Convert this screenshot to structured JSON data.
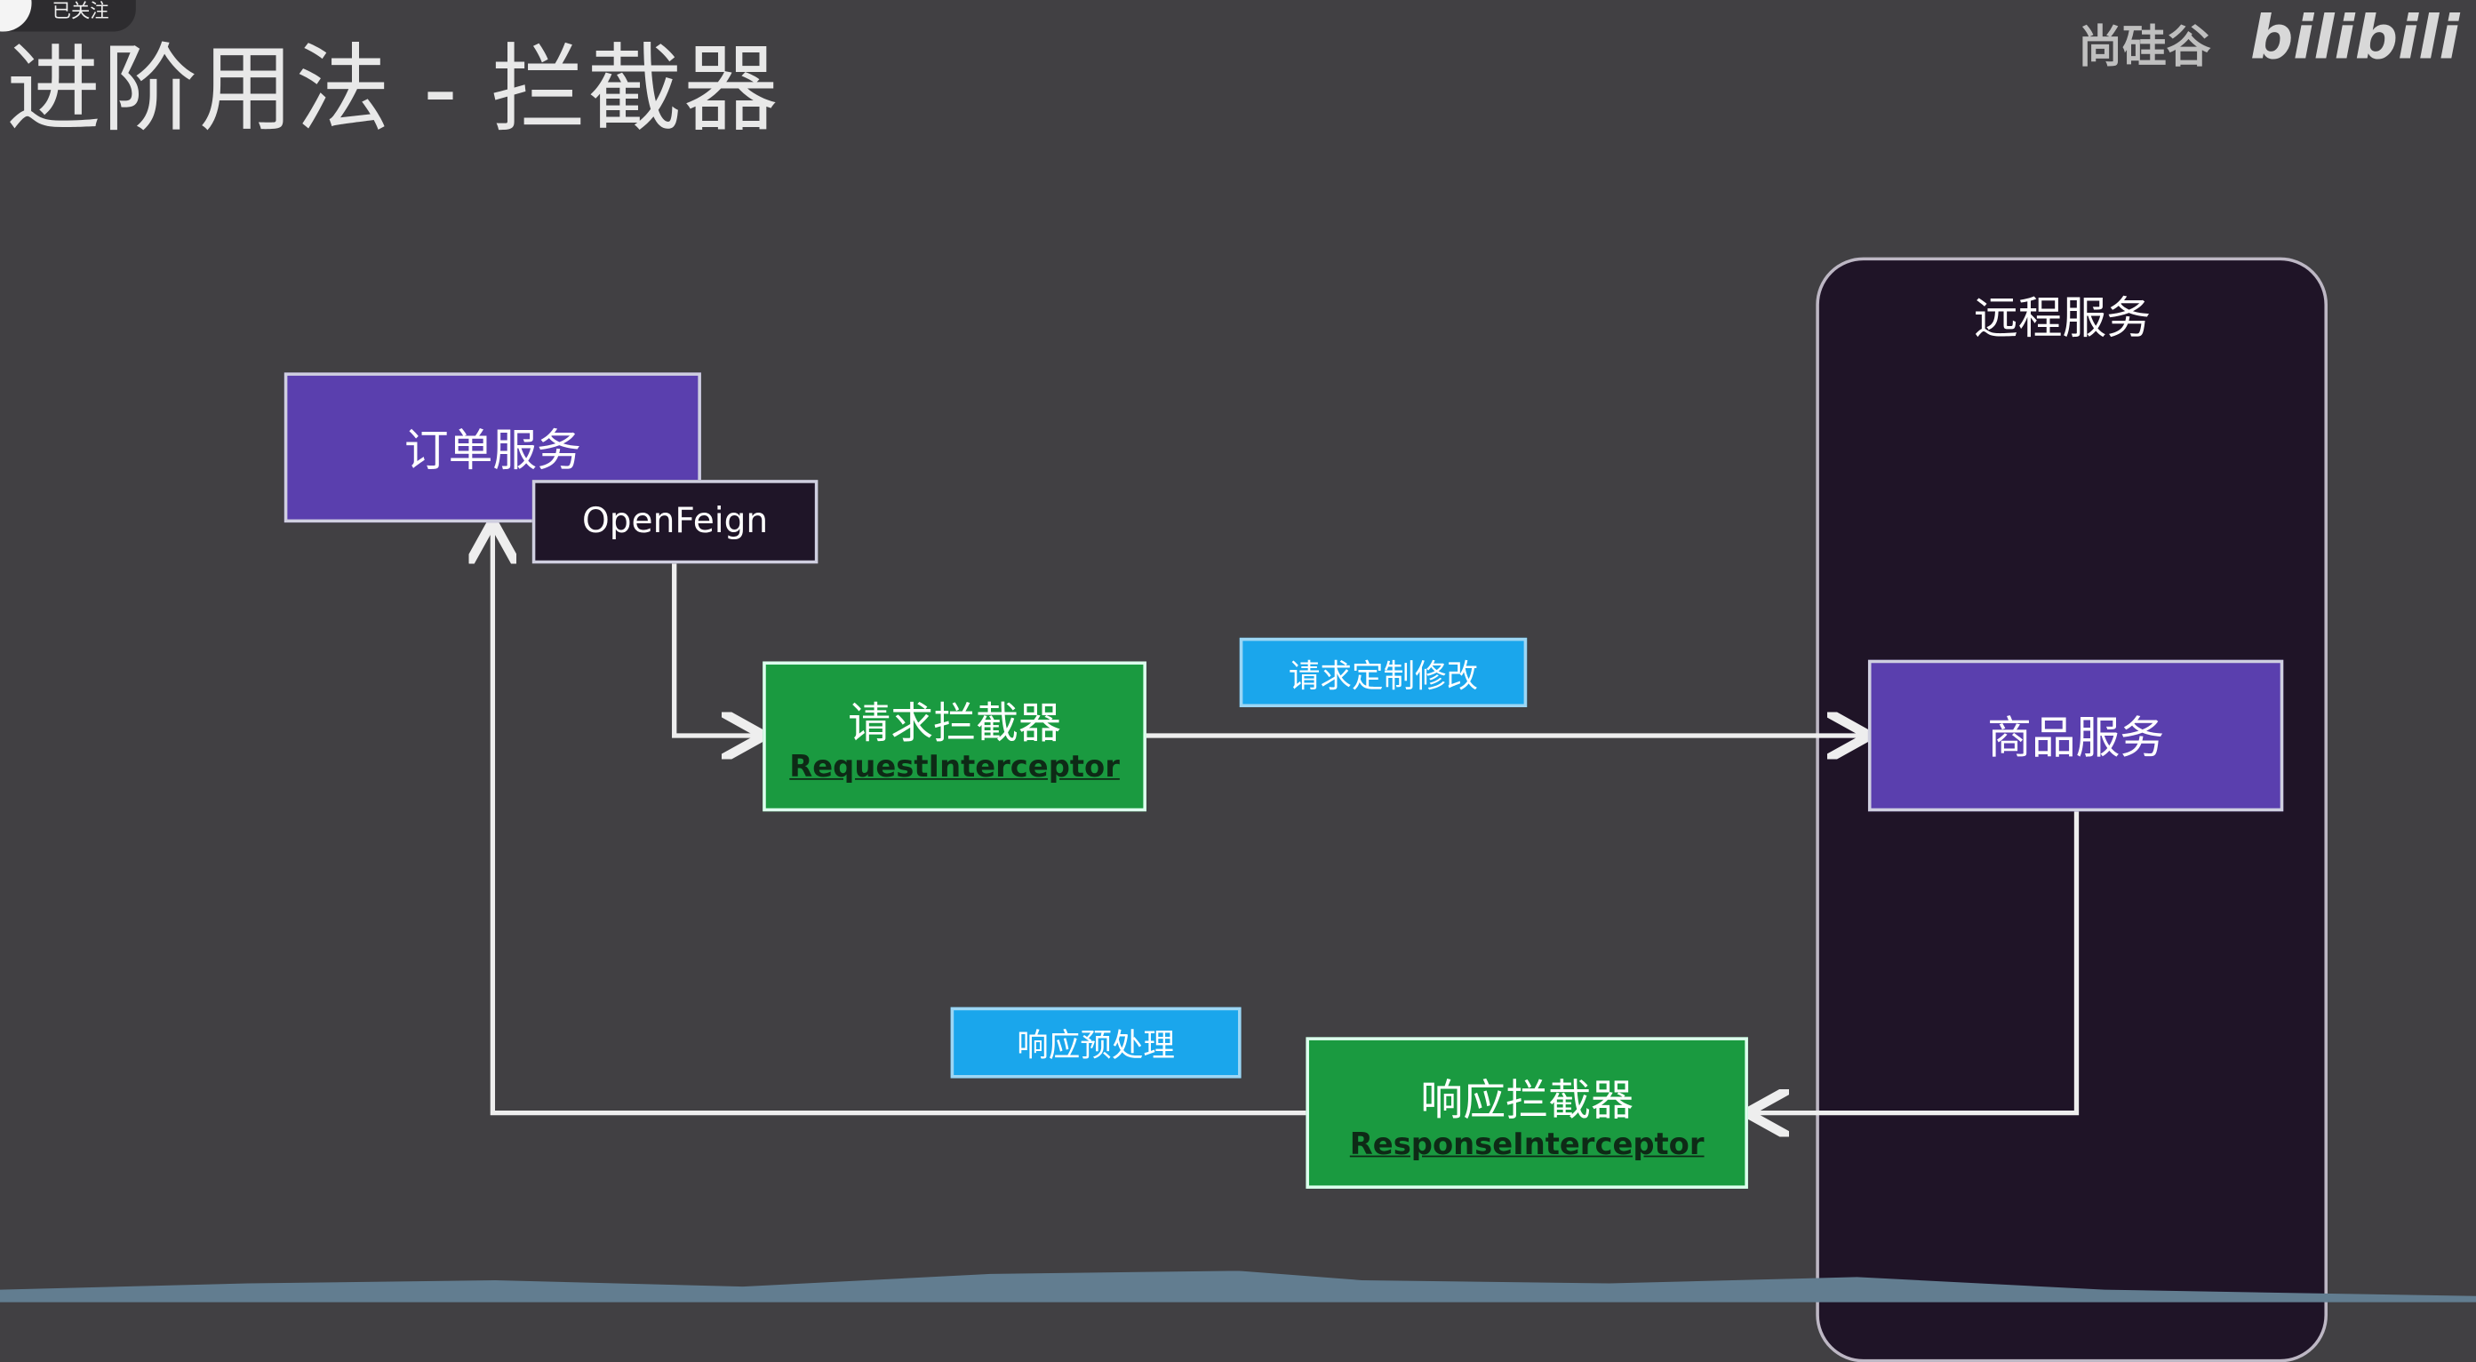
{
  "header": {
    "title": "进阶用法 - 拦截器",
    "follow_label": "已关注"
  },
  "watermark": {
    "brand": "尚硅谷",
    "platform": "bilibili"
  },
  "diagram": {
    "order_service": "订单服务",
    "openfeign": "OpenFeign",
    "request_interceptor": {
      "cn": "请求拦截器",
      "en": "RequestInterceptor"
    },
    "request_note": "请求定制修改",
    "remote_panel_title": "远程服务",
    "product_service": "商品服务",
    "response_note": "响应预处理",
    "response_interceptor": {
      "cn": "响应拦截器",
      "en": "ResponseInterceptor"
    }
  },
  "colors": {
    "service": "#5a3fae",
    "interceptor": "#1a9a40",
    "note": "#1aa6ec",
    "panel": "#1f1427",
    "background": "#414043"
  }
}
